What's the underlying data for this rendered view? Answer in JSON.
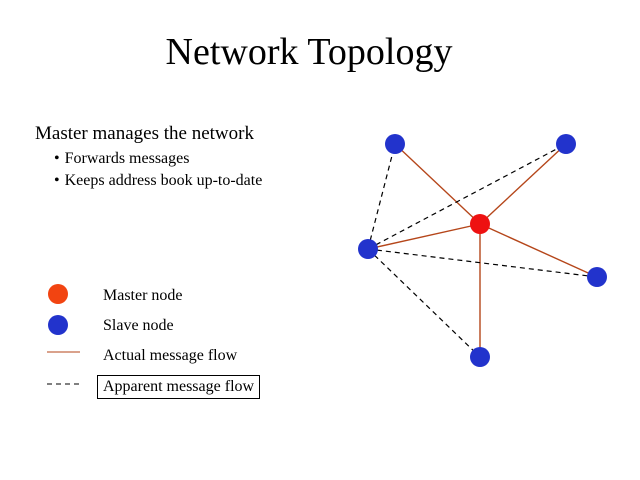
{
  "title": "Network Topology",
  "intro": "Master manages the network",
  "bullets": [
    "Forwards messages",
    "Keeps address book up-to-date"
  ],
  "legend": {
    "master": "Master node",
    "slave": "Slave node",
    "actual": "Actual message flow",
    "apparent": "Apparent message flow"
  },
  "colors": {
    "master": "#ee1111",
    "slave": "#2233cc",
    "legend_master": "#f24411",
    "actual": "#b5461a",
    "apparent": "#000000"
  },
  "nodes": [
    {
      "id": "master",
      "type": "master"
    },
    {
      "id": "n1",
      "type": "slave"
    },
    {
      "id": "n2",
      "type": "slave"
    },
    {
      "id": "n3",
      "type": "slave"
    },
    {
      "id": "n4",
      "type": "slave"
    },
    {
      "id": "n5",
      "type": "slave"
    }
  ],
  "edges": [
    {
      "from": "master",
      "to": "n1",
      "kind": "actual"
    },
    {
      "from": "master",
      "to": "n2",
      "kind": "actual"
    },
    {
      "from": "master",
      "to": "n3",
      "kind": "actual"
    },
    {
      "from": "master",
      "to": "n4",
      "kind": "actual"
    },
    {
      "from": "master",
      "to": "n5",
      "kind": "actual"
    },
    {
      "from": "n3",
      "to": "n1",
      "kind": "apparent"
    },
    {
      "from": "n3",
      "to": "n2",
      "kind": "apparent"
    },
    {
      "from": "n3",
      "to": "n4",
      "kind": "apparent"
    },
    {
      "from": "n3",
      "to": "n5",
      "kind": "apparent"
    }
  ]
}
